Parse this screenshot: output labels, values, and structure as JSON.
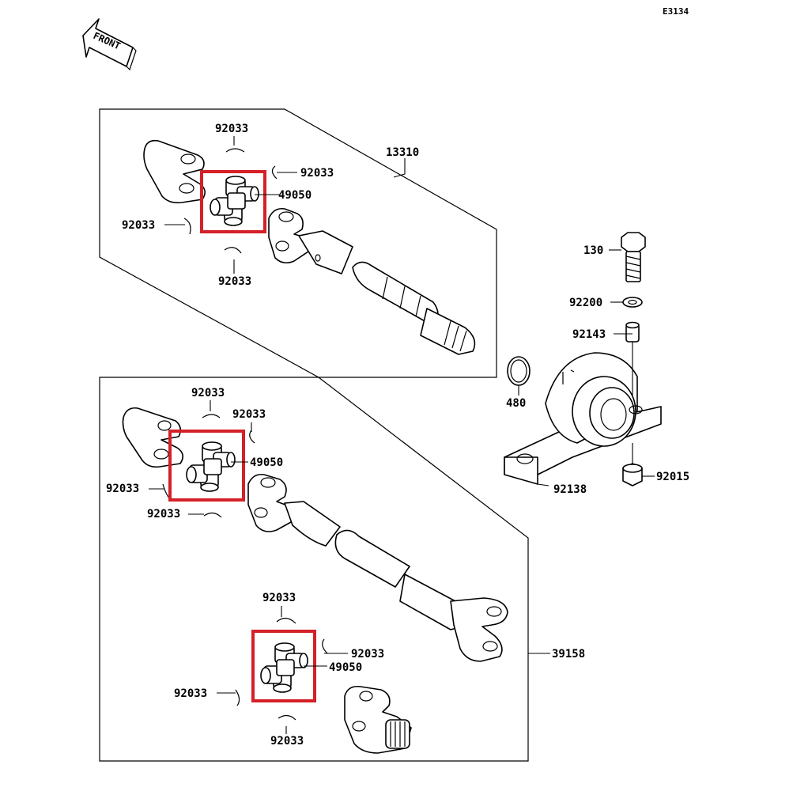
{
  "diagram_code": "E3134",
  "front_label": "FRONT",
  "colors": {
    "highlight": "#d42027",
    "ink": "#000000",
    "background": "#ffffff"
  },
  "labels": {
    "upper_shaft": "13310",
    "lower_shaft": "39158",
    "spider": "49050",
    "snap_ring": "92033",
    "bolt": "130",
    "washer": "92200",
    "collar": "92143",
    "circlip": "480",
    "bearing_housing": "92138",
    "nut": "92015"
  }
}
